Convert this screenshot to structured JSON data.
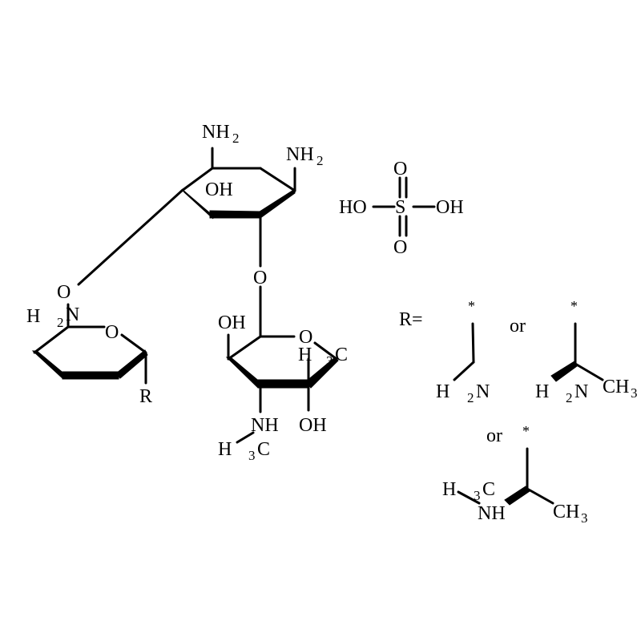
{
  "structure": {
    "atoms": {
      "nh2_top": "NH",
      "nh2_top_sub": "2",
      "nh2_right": "NH",
      "nh2_right_sub": "2",
      "oh_upper": "OH",
      "o_link_left": "O",
      "o_link_mid": "O",
      "h2n_h": "H",
      "h2n_sub": "2",
      "h2n_n": "N",
      "o_ring_left": "O",
      "r_sub": "R",
      "oh_sugar": "OH",
      "o_ring_sugar": "O",
      "h3c_h": "H",
      "h3c_sub": "3",
      "h3c_c": "C",
      "oh_sugar_bottom": "OH",
      "nh_sugar": "NH",
      "h3c2_h": "H",
      "h3c2_sub": "3",
      "h3c2_c": "C"
    }
  },
  "sulfate": {
    "o_top": "O",
    "s": "S",
    "o_bottom": "O",
    "ho_left": "HO",
    "oh_right": "OH"
  },
  "r_definition": {
    "label": "R=",
    "or1": "or",
    "or2": "or",
    "asterisk": "*",
    "opt1_h": "H",
    "opt1_sub": "2",
    "opt1_n": "N",
    "opt2_h": "H",
    "opt2_sub": "2",
    "opt2_n": "N",
    "opt2_ch": "CH",
    "opt2_ch_sub": "3",
    "opt3_h": "H",
    "opt3_sub": "3",
    "opt3_c": "C",
    "opt3_nh": "NH",
    "opt3_ch": "CH",
    "opt3_ch_sub": "3"
  }
}
